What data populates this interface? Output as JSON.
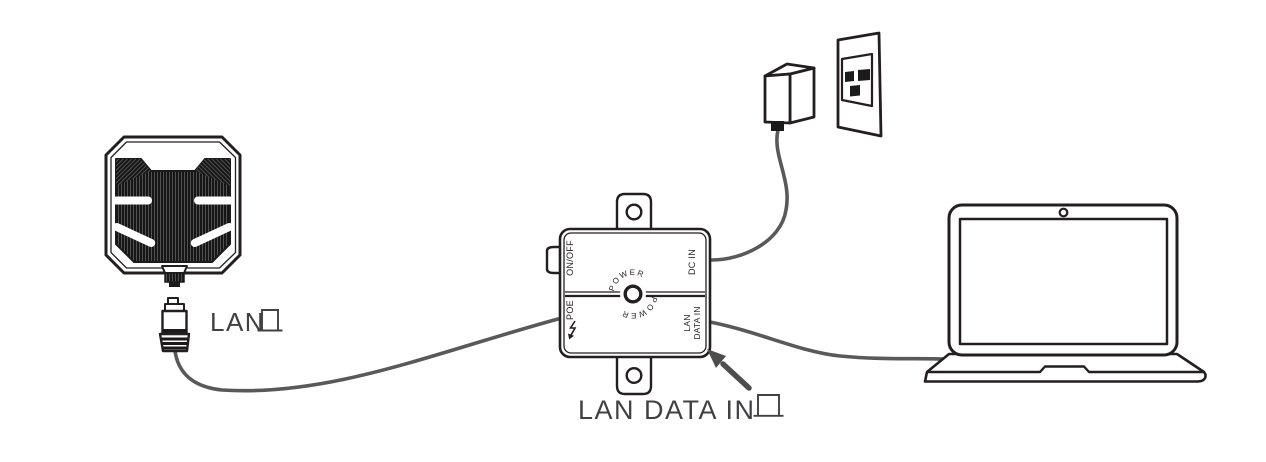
{
  "diagram": {
    "labels": {
      "antenna_lan": "LAN",
      "callout": "LAN DATA IN"
    },
    "injector": {
      "on_off": "ON/OFF",
      "poe": "POE",
      "power_top": "POWER",
      "power_bottom": "POWER",
      "dc_in": "DC IN",
      "lan_data_line1": "LAN",
      "lan_data_line2": "DATA IN"
    },
    "colors": {
      "outline": "#231f20",
      "device_dark": "#1b1b1b",
      "cable": "#58595b",
      "arrow": "#4d4d4f",
      "label_text": "#414042",
      "background": "#ffffff"
    }
  }
}
